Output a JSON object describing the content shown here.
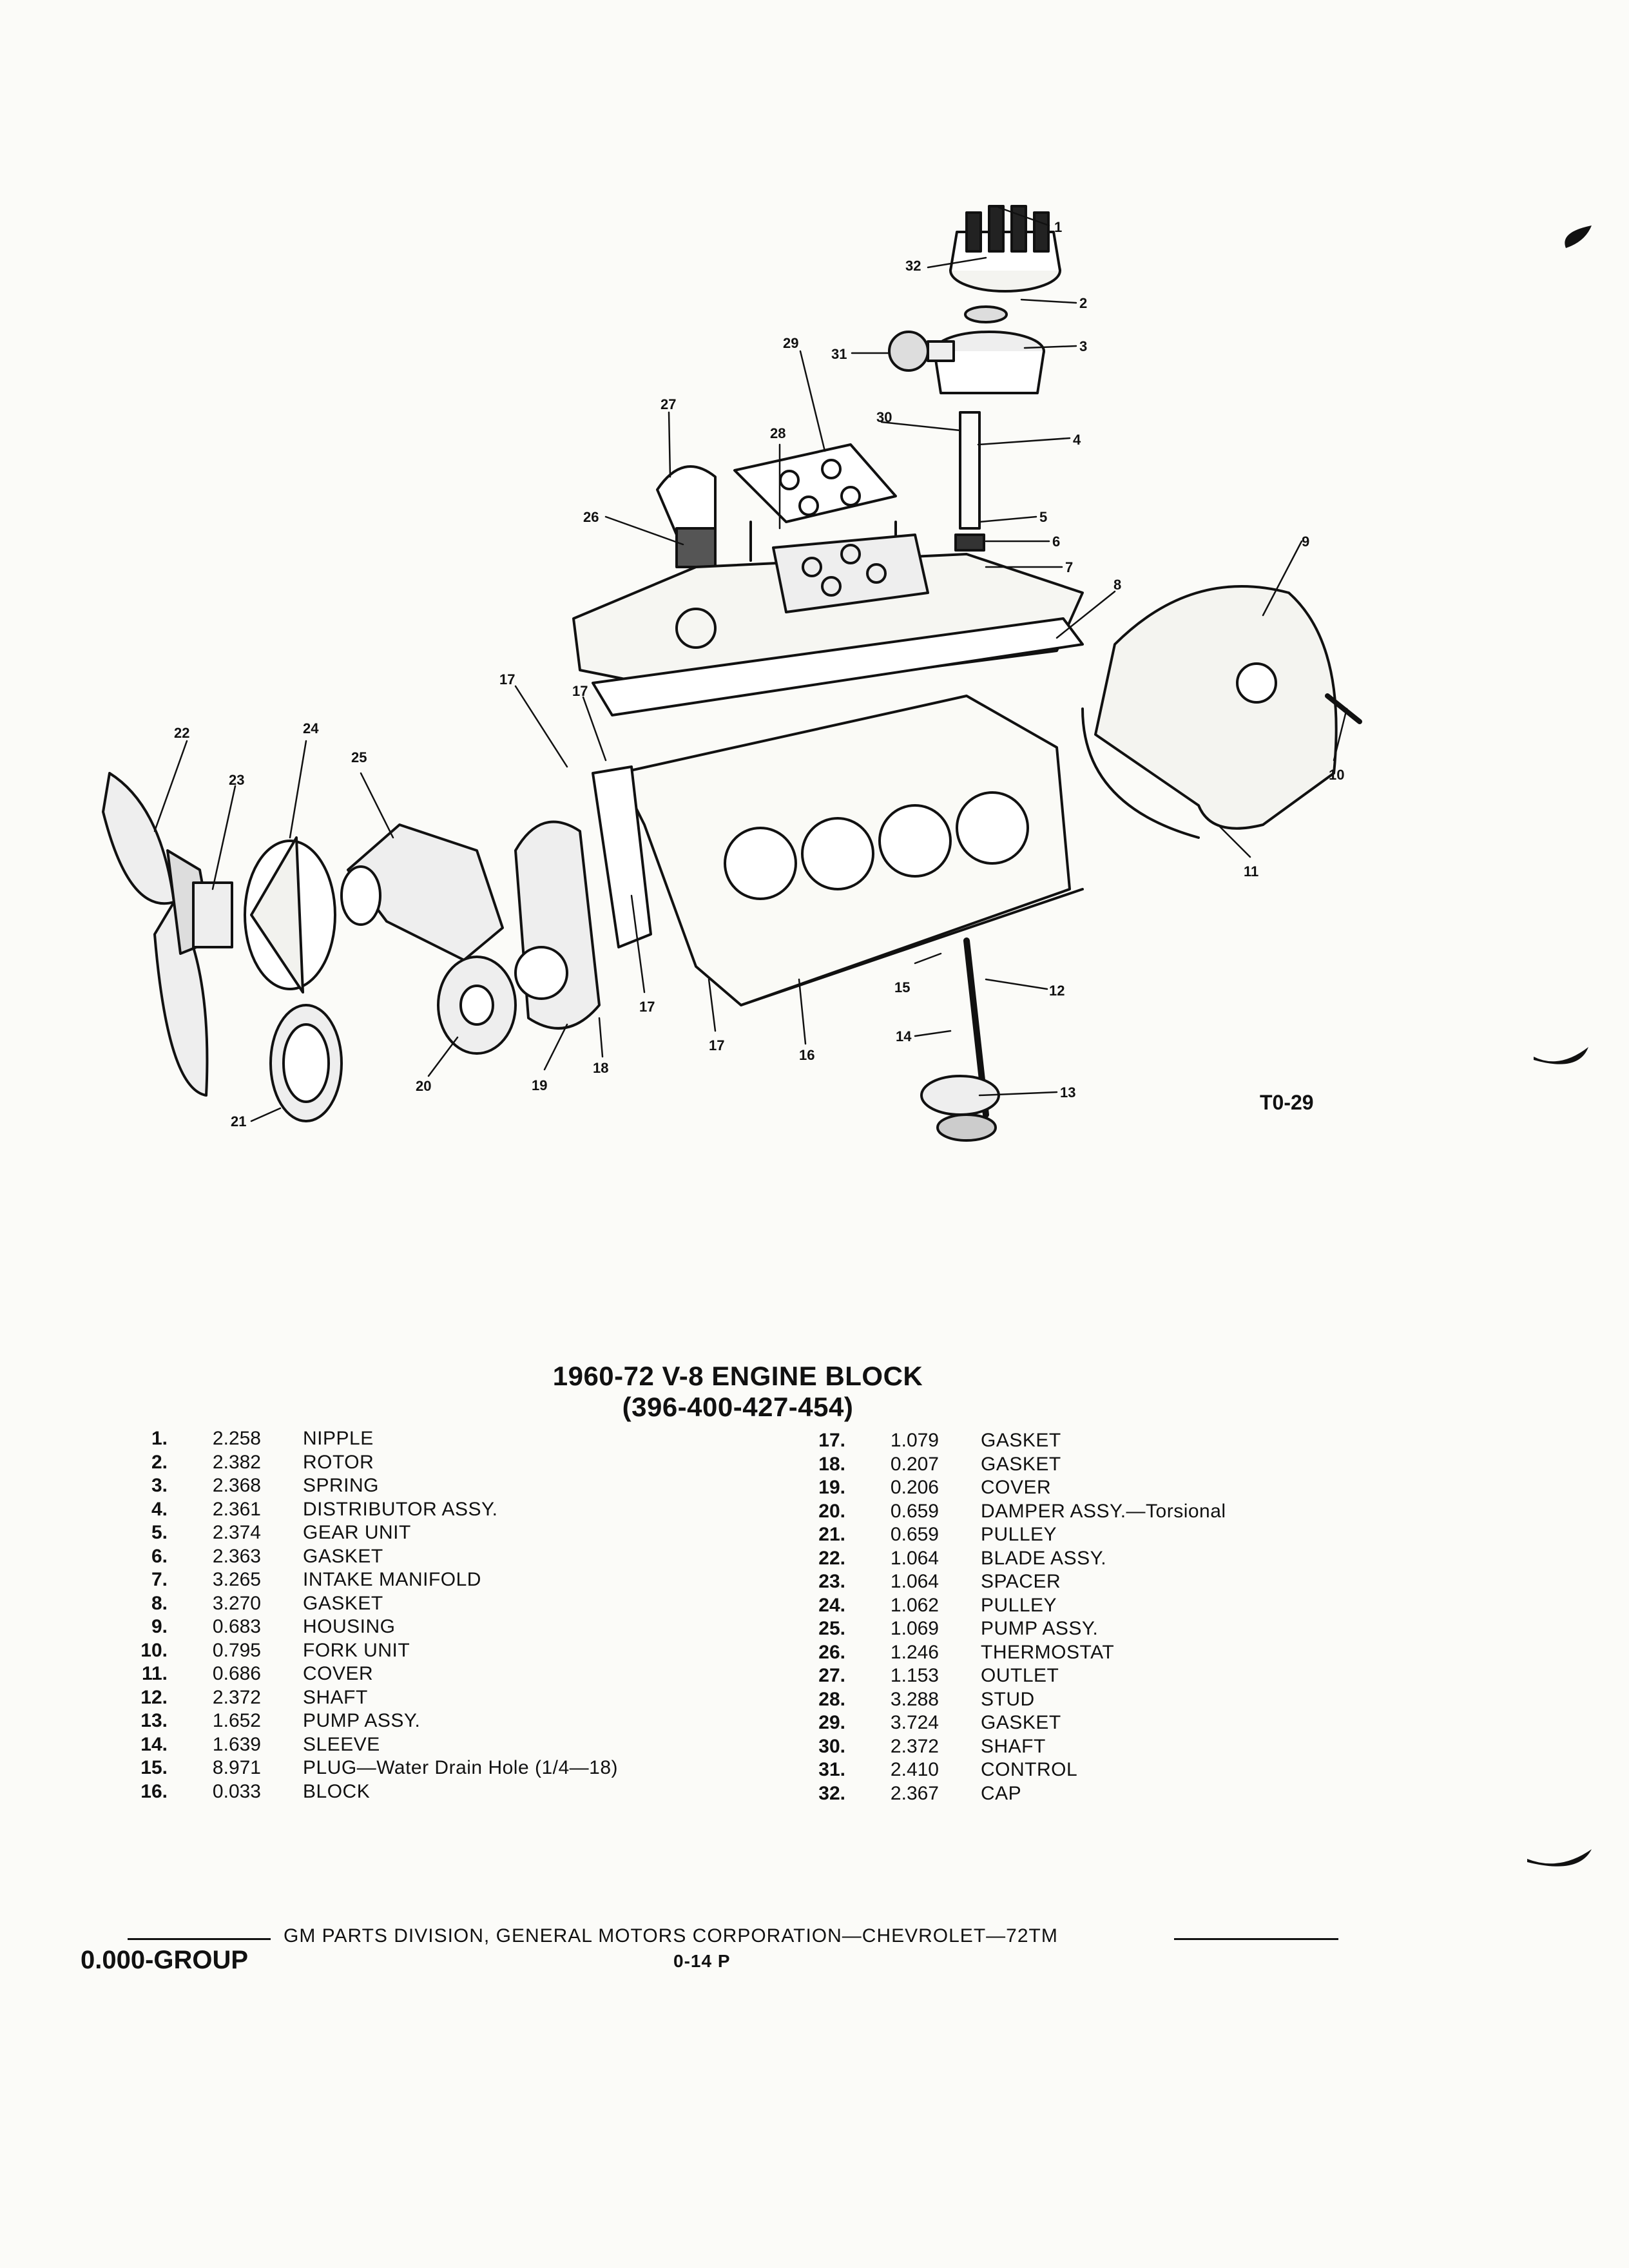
{
  "figure": {
    "ref": "T0-29",
    "callouts": [
      "1",
      "2",
      "3",
      "4",
      "5",
      "6",
      "7",
      "8",
      "9",
      "10",
      "11",
      "12",
      "13",
      "14",
      "15",
      "16",
      "17",
      "17",
      "17",
      "17",
      "18",
      "19",
      "20",
      "21",
      "22",
      "23",
      "24",
      "25",
      "26",
      "27",
      "28",
      "29",
      "30",
      "31",
      "32"
    ]
  },
  "title": {
    "line1": "1960-72 V-8 ENGINE BLOCK",
    "line2": "(396-400-427-454)"
  },
  "parts_left": [
    {
      "num": "1.",
      "code": "2.258",
      "desc": "NIPPLE"
    },
    {
      "num": "2.",
      "code": "2.382",
      "desc": "ROTOR"
    },
    {
      "num": "3.",
      "code": "2.368",
      "desc": "SPRING"
    },
    {
      "num": "4.",
      "code": "2.361",
      "desc": "DISTRIBUTOR ASSY."
    },
    {
      "num": "5.",
      "code": "2.374",
      "desc": "GEAR UNIT"
    },
    {
      "num": "6.",
      "code": "2.363",
      "desc": "GASKET"
    },
    {
      "num": "7.",
      "code": "3.265",
      "desc": "INTAKE MANIFOLD"
    },
    {
      "num": "8.",
      "code": "3.270",
      "desc": "GASKET"
    },
    {
      "num": "9.",
      "code": "0.683",
      "desc": "HOUSING"
    },
    {
      "num": "10.",
      "code": "0.795",
      "desc": "FORK UNIT"
    },
    {
      "num": "11.",
      "code": "0.686",
      "desc": "COVER"
    },
    {
      "num": "12.",
      "code": "2.372",
      "desc": "SHAFT"
    },
    {
      "num": "13.",
      "code": "1.652",
      "desc": "PUMP ASSY."
    },
    {
      "num": "14.",
      "code": "1.639",
      "desc": "SLEEVE"
    },
    {
      "num": "15.",
      "code": "8.971",
      "desc": "PLUG—Water Drain Hole (1/4—18)"
    },
    {
      "num": "16.",
      "code": "0.033",
      "desc": "BLOCK"
    }
  ],
  "parts_right": [
    {
      "num": "17.",
      "code": "1.079",
      "desc": "GASKET"
    },
    {
      "num": "18.",
      "code": "0.207",
      "desc": "GASKET"
    },
    {
      "num": "19.",
      "code": "0.206",
      "desc": "COVER"
    },
    {
      "num": "20.",
      "code": "0.659",
      "desc": "DAMPER ASSY.—Torsional"
    },
    {
      "num": "21.",
      "code": "0.659",
      "desc": "PULLEY"
    },
    {
      "num": "22.",
      "code": "1.064",
      "desc": "BLADE ASSY."
    },
    {
      "num": "23.",
      "code": "1.064",
      "desc": "SPACER"
    },
    {
      "num": "24.",
      "code": "1.062",
      "desc": "PULLEY"
    },
    {
      "num": "25.",
      "code": "1.069",
      "desc": "PUMP ASSY."
    },
    {
      "num": "26.",
      "code": "1.246",
      "desc": "THERMOSTAT"
    },
    {
      "num": "27.",
      "code": "1.153",
      "desc": "OUTLET"
    },
    {
      "num": "28.",
      "code": "3.288",
      "desc": "STUD"
    },
    {
      "num": "29.",
      "code": "3.724",
      "desc": "GASKET"
    },
    {
      "num": "30.",
      "code": "2.372",
      "desc": "SHAFT"
    },
    {
      "num": "31.",
      "code": "2.410",
      "desc": "CONTROL"
    },
    {
      "num": "32.",
      "code": "2.367",
      "desc": "CAP"
    }
  ],
  "footer": {
    "publisher": "GM PARTS DIVISION, GENERAL MOTORS CORPORATION—CHEVROLET—72TM",
    "group": "0.000-GROUP",
    "page": "0-14 P"
  }
}
